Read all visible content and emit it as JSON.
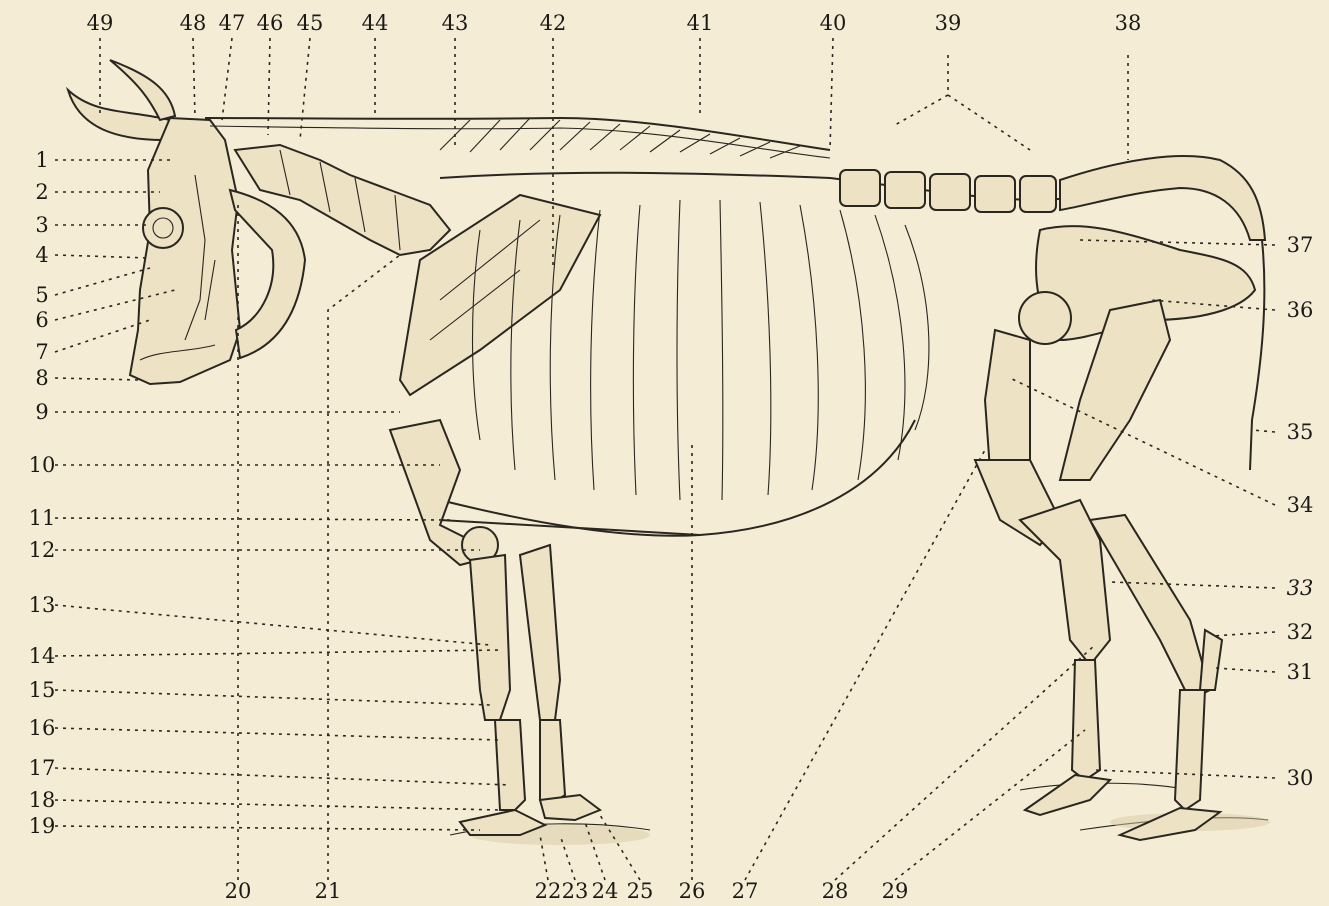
{
  "diagram": {
    "labels_top": [
      "49",
      "48",
      "47",
      "46",
      "45",
      "44",
      "43",
      "42",
      "41",
      "40",
      "39",
      "38"
    ],
    "labels_left": [
      "1",
      "2",
      "3",
      "4",
      "5",
      "6",
      "7",
      "8",
      "9",
      "10",
      "11",
      "12",
      "13",
      "14",
      "15",
      "16",
      "17",
      "18",
      "19"
    ],
    "labels_bottom": [
      "20",
      "21",
      "22",
      "23",
      "24",
      "25",
      "26",
      "27",
      "28",
      "29"
    ],
    "labels_right": [
      "37",
      "36",
      "35",
      "34",
      "33",
      "32",
      "31",
      "30"
    ]
  },
  "colors": {
    "paper": "#f4ecd4",
    "ink": "#2a2620",
    "shade": "#d7c9a6"
  }
}
